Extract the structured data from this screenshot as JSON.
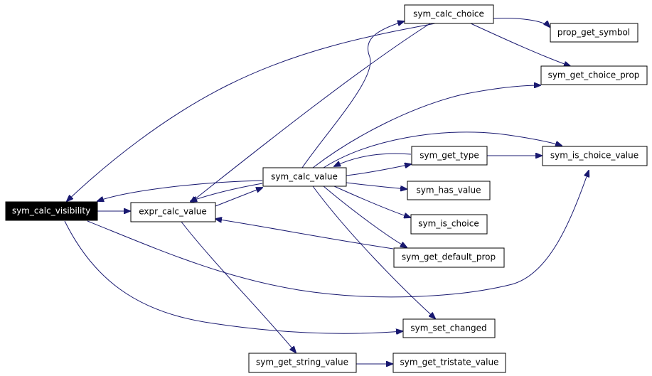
{
  "colors": {
    "edge": "#191970",
    "node_border": "#000000",
    "root_fill": "#000000",
    "root_text": "#ffffff",
    "background": "#ffffff"
  },
  "nodes": {
    "sym_calc_visibility": "sym_calc_visibility",
    "expr_calc_value": "expr_calc_value",
    "sym_calc_value": "sym_calc_value",
    "sym_calc_choice": "sym_calc_choice",
    "prop_get_symbol": "prop_get_symbol",
    "sym_get_choice_prop": "sym_get_choice_prop",
    "sym_get_type": "sym_get_type",
    "sym_is_choice_value": "sym_is_choice_value",
    "sym_has_value": "sym_has_value",
    "sym_is_choice": "sym_is_choice",
    "sym_get_default_prop": "sym_get_default_prop",
    "sym_set_changed": "sym_set_changed",
    "sym_get_string_value": "sym_get_string_value",
    "sym_get_tristate_value": "sym_get_tristate_value"
  },
  "edges": [
    {
      "from": "sym_calc_visibility",
      "to": "expr_calc_value"
    },
    {
      "from": "sym_calc_visibility",
      "to": "sym_is_choice_value"
    },
    {
      "from": "sym_calc_visibility",
      "to": "sym_set_changed"
    },
    {
      "from": "expr_calc_value",
      "to": "sym_calc_value"
    },
    {
      "from": "expr_calc_value",
      "to": "sym_get_string_value"
    },
    {
      "from": "sym_calc_value",
      "to": "sym_calc_visibility"
    },
    {
      "from": "sym_calc_value",
      "to": "expr_calc_value"
    },
    {
      "from": "sym_calc_value",
      "to": "sym_calc_choice"
    },
    {
      "from": "sym_calc_value",
      "to": "sym_get_choice_prop"
    },
    {
      "from": "sym_calc_value",
      "to": "sym_is_choice_value"
    },
    {
      "from": "sym_calc_value",
      "to": "sym_get_type"
    },
    {
      "from": "sym_calc_value",
      "to": "sym_has_value"
    },
    {
      "from": "sym_calc_value",
      "to": "sym_is_choice"
    },
    {
      "from": "sym_calc_value",
      "to": "sym_get_default_prop"
    },
    {
      "from": "sym_calc_value",
      "to": "sym_set_changed"
    },
    {
      "from": "sym_calc_choice",
      "to": "sym_calc_visibility"
    },
    {
      "from": "sym_calc_choice",
      "to": "expr_calc_value"
    },
    {
      "from": "sym_calc_choice",
      "to": "prop_get_symbol"
    },
    {
      "from": "sym_calc_choice",
      "to": "sym_get_choice_prop"
    },
    {
      "from": "sym_get_type",
      "to": "sym_calc_value"
    },
    {
      "from": "sym_get_type",
      "to": "sym_is_choice_value"
    },
    {
      "from": "sym_get_default_prop",
      "to": "expr_calc_value"
    },
    {
      "from": "sym_get_string_value",
      "to": "sym_get_tristate_value"
    }
  ]
}
